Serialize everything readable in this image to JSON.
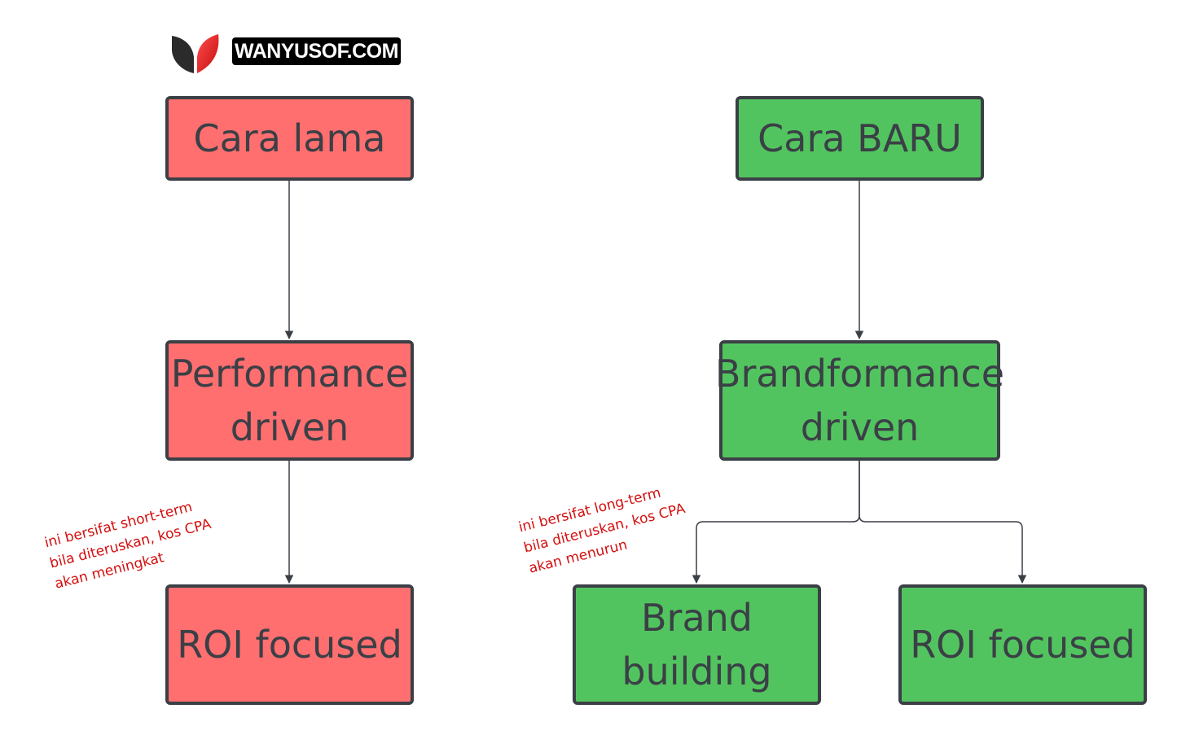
{
  "brand": {
    "logo_text": "WANYUSOF.COM",
    "logo_icon": "shield-leaf-logo-icon"
  },
  "colors": {
    "old": "#ff6f6f",
    "new": "#52c45f",
    "border": "#3b3f46",
    "note": "#d40f0f"
  },
  "old_way": {
    "title": "Cara lama",
    "middle": "Performance\ndriven",
    "bottom": "ROI focused",
    "note": "ini bersifat short-term\nbila diteruskan, kos CPA\nakan meningkat"
  },
  "new_way": {
    "title": "Cara BARU",
    "middle": "Brandformance\ndriven",
    "bottom_left": "Brand\nbuilding",
    "bottom_right": "ROI focused",
    "note": "ini bersifat long-term\nbila diteruskan, kos CPA\nakan menurun"
  }
}
